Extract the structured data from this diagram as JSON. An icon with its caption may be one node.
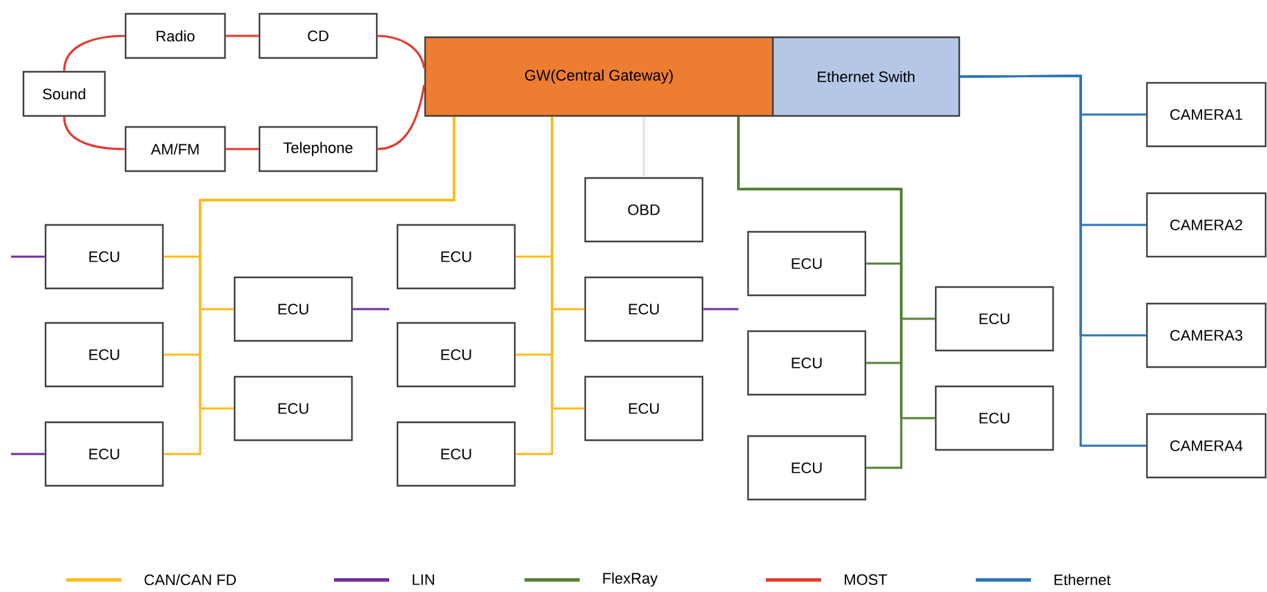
{
  "diagram": {
    "nodes": [
      {
        "text": [
          "Sound"
        ]
      },
      {
        "text": [
          "Radio"
        ]
      },
      {
        "text": [
          "CD"
        ]
      },
      {
        "text": [
          "AM/FM"
        ]
      },
      {
        "text": [
          "Telephone"
        ]
      },
      {
        "text": [
          "GW(Central Gateway)"
        ]
      },
      {
        "text": [
          "Ethernet Swith"
        ]
      },
      {
        "text": [
          "OBD"
        ]
      },
      {
        "text": [
          "ECU"
        ]
      },
      {
        "text": [
          "ECU"
        ]
      },
      {
        "text": [
          "ECU"
        ]
      },
      {
        "text": [
          "ECU"
        ]
      },
      {
        "text": [
          "ECU"
        ]
      },
      {
        "text": [
          "ECU"
        ]
      },
      {
        "text": [
          "ECU"
        ]
      },
      {
        "text": [
          "ECU"
        ]
      },
      {
        "text": [
          "ECU"
        ]
      },
      {
        "text": [
          "ECU"
        ]
      },
      {
        "text": [
          "ECU"
        ]
      },
      {
        "text": [
          "ECU"
        ]
      },
      {
        "text": [
          "ECU"
        ]
      },
      {
        "text": [
          "ECU"
        ]
      },
      {
        "text": [
          "ECU"
        ]
      },
      {
        "text": [
          "CAMERA1"
        ]
      },
      {
        "text": [
          "CAMERA2"
        ]
      },
      {
        "text": [
          "CAMERA3"
        ]
      },
      {
        "text": [
          "CAMERA4"
        ]
      }
    ],
    "edges": [
      {
        "from": 0,
        "to": 1,
        "arrow": "none",
        "color": "#e03c31"
      },
      {
        "from": 1,
        "to": 2,
        "arrow": "none",
        "color": "#e03c31"
      },
      {
        "from": 2,
        "to": 5,
        "arrow": "none",
        "color": "#e03c31"
      },
      {
        "from": 0,
        "to": 3,
        "arrow": "none",
        "color": "#e03c31"
      },
      {
        "from": 3,
        "to": 4,
        "arrow": "none",
        "color": "#e03c31"
      },
      {
        "from": 4,
        "to": 5,
        "arrow": "none",
        "color": "#e03c31"
      },
      {
        "from": 5,
        "to": 8,
        "arrow": "none",
        "color": "#fbbc1c"
      },
      {
        "from": 5,
        "to": 9,
        "arrow": "none",
        "color": "#fbbc1c"
      },
      {
        "from": 5,
        "to": 10,
        "arrow": "none",
        "color": "#fbbc1c"
      },
      {
        "from": 5,
        "to": 11,
        "arrow": "none",
        "color": "#fbbc1c"
      },
      {
        "from": 5,
        "to": 12,
        "arrow": "none",
        "color": "#fbbc1c"
      },
      {
        "from": 5,
        "to": 13,
        "arrow": "none",
        "color": "#fbbc1c"
      },
      {
        "from": 5,
        "to": 14,
        "arrow": "none",
        "color": "#fbbc1c"
      },
      {
        "from": 5,
        "to": 15,
        "arrow": "none",
        "color": "#fbbc1c"
      },
      {
        "from": 5,
        "to": 16,
        "arrow": "none",
        "color": "#fbbc1c"
      },
      {
        "from": 5,
        "to": 17,
        "arrow": "none",
        "color": "#fbbc1c"
      },
      {
        "from": 5,
        "to": 7,
        "arrow": "none",
        "color": "#e4e4e4"
      },
      {
        "from": 5,
        "to": 18,
        "arrow": "none",
        "color": "#548235"
      },
      {
        "from": 5,
        "to": 19,
        "arrow": "none",
        "color": "#548235"
      },
      {
        "from": 5,
        "to": 20,
        "arrow": "none",
        "color": "#548235"
      },
      {
        "from": 5,
        "to": 21,
        "arrow": "none",
        "color": "#548235"
      },
      {
        "from": 5,
        "to": 22,
        "arrow": "none",
        "color": "#548235"
      },
      {
        "from": 6,
        "to": 23,
        "arrow": "none",
        "color": "#2e75b6"
      },
      {
        "from": 6,
        "to": 24,
        "arrow": "none",
        "color": "#2e75b6"
      },
      {
        "from": 6,
        "to": 25,
        "arrow": "none",
        "color": "#2e75b6"
      },
      {
        "from": 6,
        "to": 26,
        "arrow": "none",
        "color": "#2e75b6"
      },
      {
        "from": null,
        "to": 8,
        "arrow": "none",
        "color": "#7030a0"
      },
      {
        "from": null,
        "to": 10,
        "arrow": "none",
        "color": "#7030a0"
      },
      {
        "from": 11,
        "to": null,
        "arrow": "none",
        "color": "#7030a0"
      },
      {
        "from": 16,
        "to": null,
        "arrow": "none",
        "color": "#7030a0"
      }
    ],
    "legend": [
      {
        "text": "CAN/CAN FD",
        "color": "#fbbc1c"
      },
      {
        "text": "LIN",
        "color": "#7030a0"
      },
      {
        "text": "FlexRay",
        "color": "#548235"
      },
      {
        "text": "MOST",
        "color": "#e03c31"
      },
      {
        "text": "Ethernet",
        "color": "#2e75b6"
      }
    ]
  }
}
